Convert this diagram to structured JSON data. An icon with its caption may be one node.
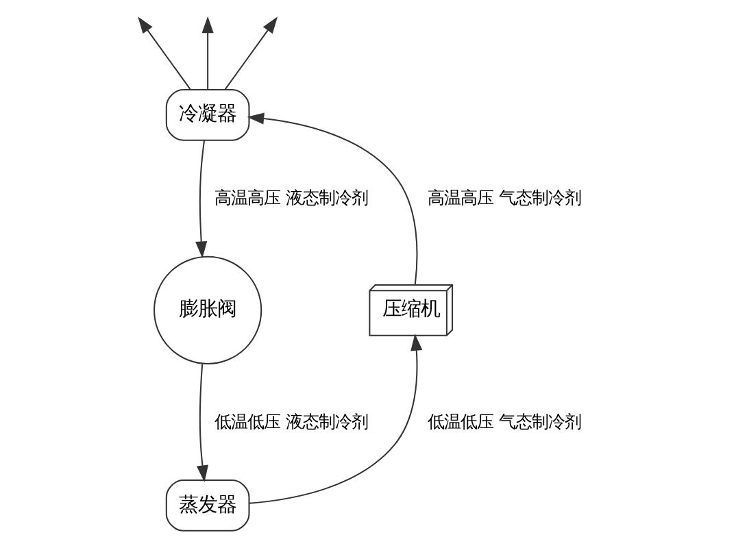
{
  "diagram": {
    "nodes": [
      {
        "text": [
          "冷凝器"
        ]
      },
      {
        "text": [
          "膨胀阀"
        ]
      },
      {
        "text": [
          "蒸发器"
        ]
      },
      {
        "text": [
          "压缩机"
        ]
      }
    ],
    "edges": [
      {
        "from": 3,
        "to": 0,
        "arrow": "to",
        "label": "高温高压 气态制冷剂"
      },
      {
        "from": 0,
        "to": 1,
        "arrow": "to",
        "label": "高温高压 液态制冷剂"
      },
      {
        "from": 1,
        "to": 2,
        "arrow": "to",
        "label": "低温低压 液态制冷剂"
      },
      {
        "from": 2,
        "to": 3,
        "arrow": "to",
        "label": "低温低压 气态制冷剂"
      },
      {
        "from": 0,
        "to": null,
        "arrow": "to"
      },
      {
        "from": 0,
        "to": null,
        "arrow": "to"
      },
      {
        "from": 0,
        "to": null,
        "arrow": "to"
      }
    ]
  }
}
